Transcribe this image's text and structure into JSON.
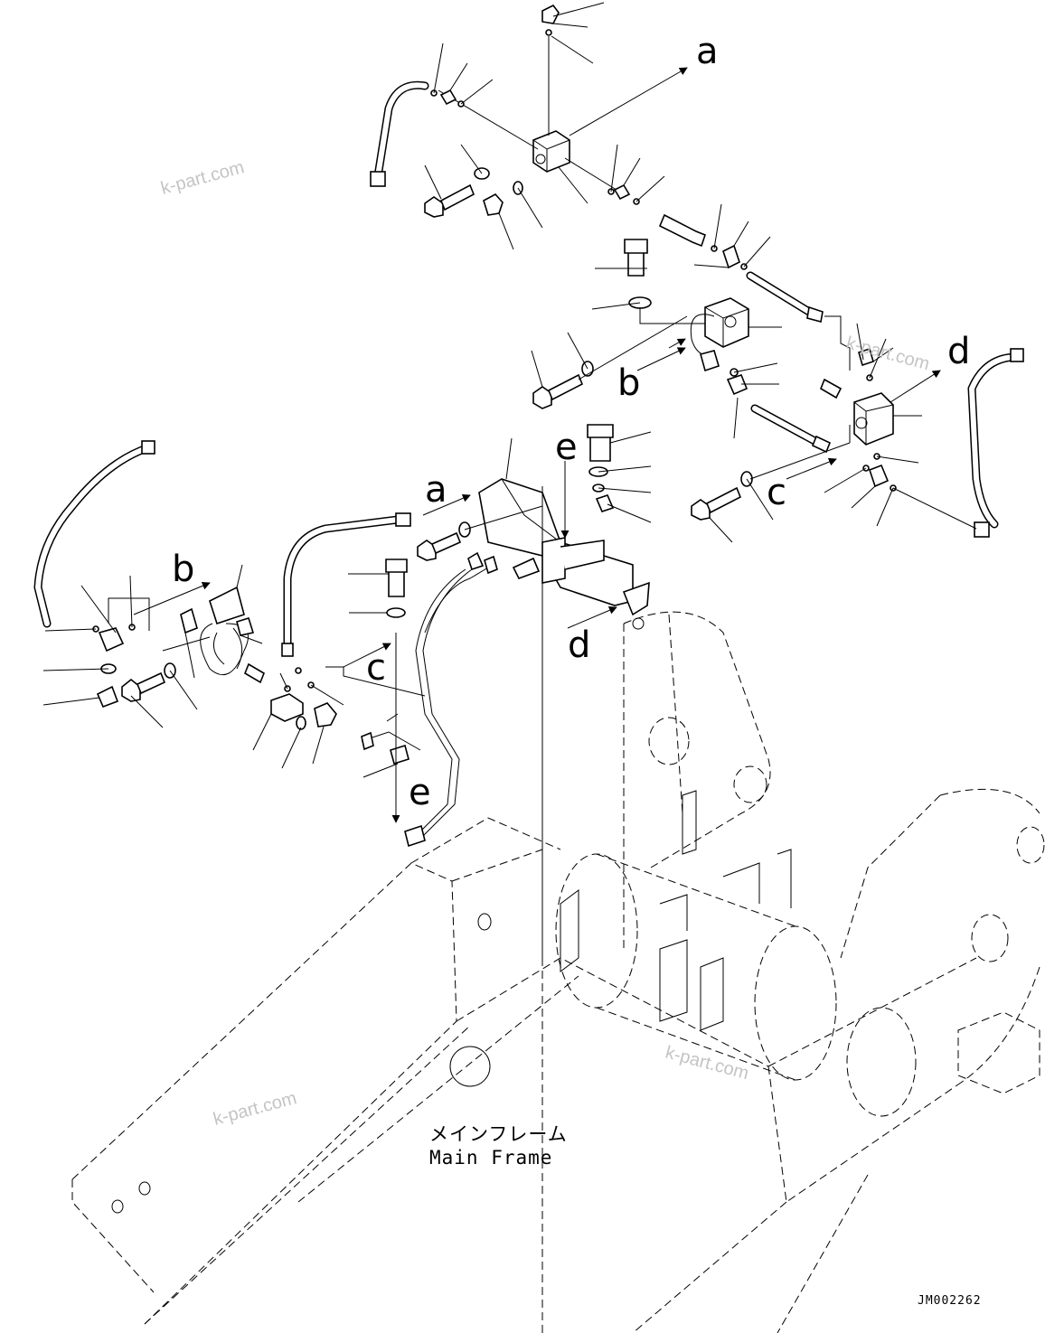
{
  "callouts": {
    "a": "a",
    "b": "b",
    "c": "c",
    "d": "d",
    "e": "e"
  },
  "caption": {
    "japanese": "メインフレーム",
    "english": "Main Frame"
  },
  "drawing_code": "JM002262",
  "watermark": "k-part.com"
}
